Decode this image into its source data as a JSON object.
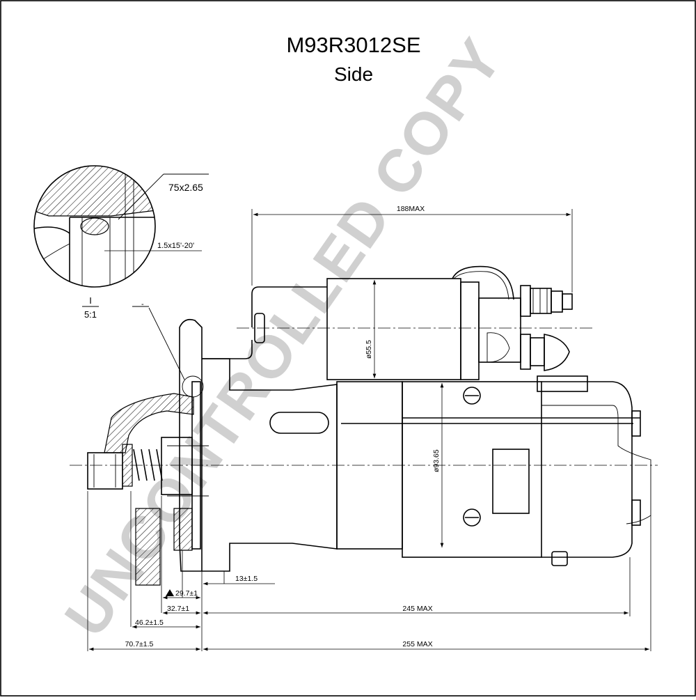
{
  "title": "M93R3012SE",
  "subtitle": "Side",
  "watermark": "UNCONTROLLED COPY",
  "detail": {
    "label": "I",
    "scale": "5:1",
    "dash": "-",
    "oring_spec": "75x2.65",
    "chamfer_spec": "1.5x15'-20'"
  },
  "dimensions": {
    "solenoid_length": "188MAX",
    "solenoid_dia": "ø55.5",
    "motor_dia": "ø93.65",
    "flange_offset": "13±1.5",
    "pinion_29": "29.7±1",
    "pinion_32": "32.7±1",
    "pinion_46": "46.2±1.5",
    "pinion_70": "70.7±1.5",
    "length_245": "245  MAX",
    "length_255": "255  MAX"
  }
}
